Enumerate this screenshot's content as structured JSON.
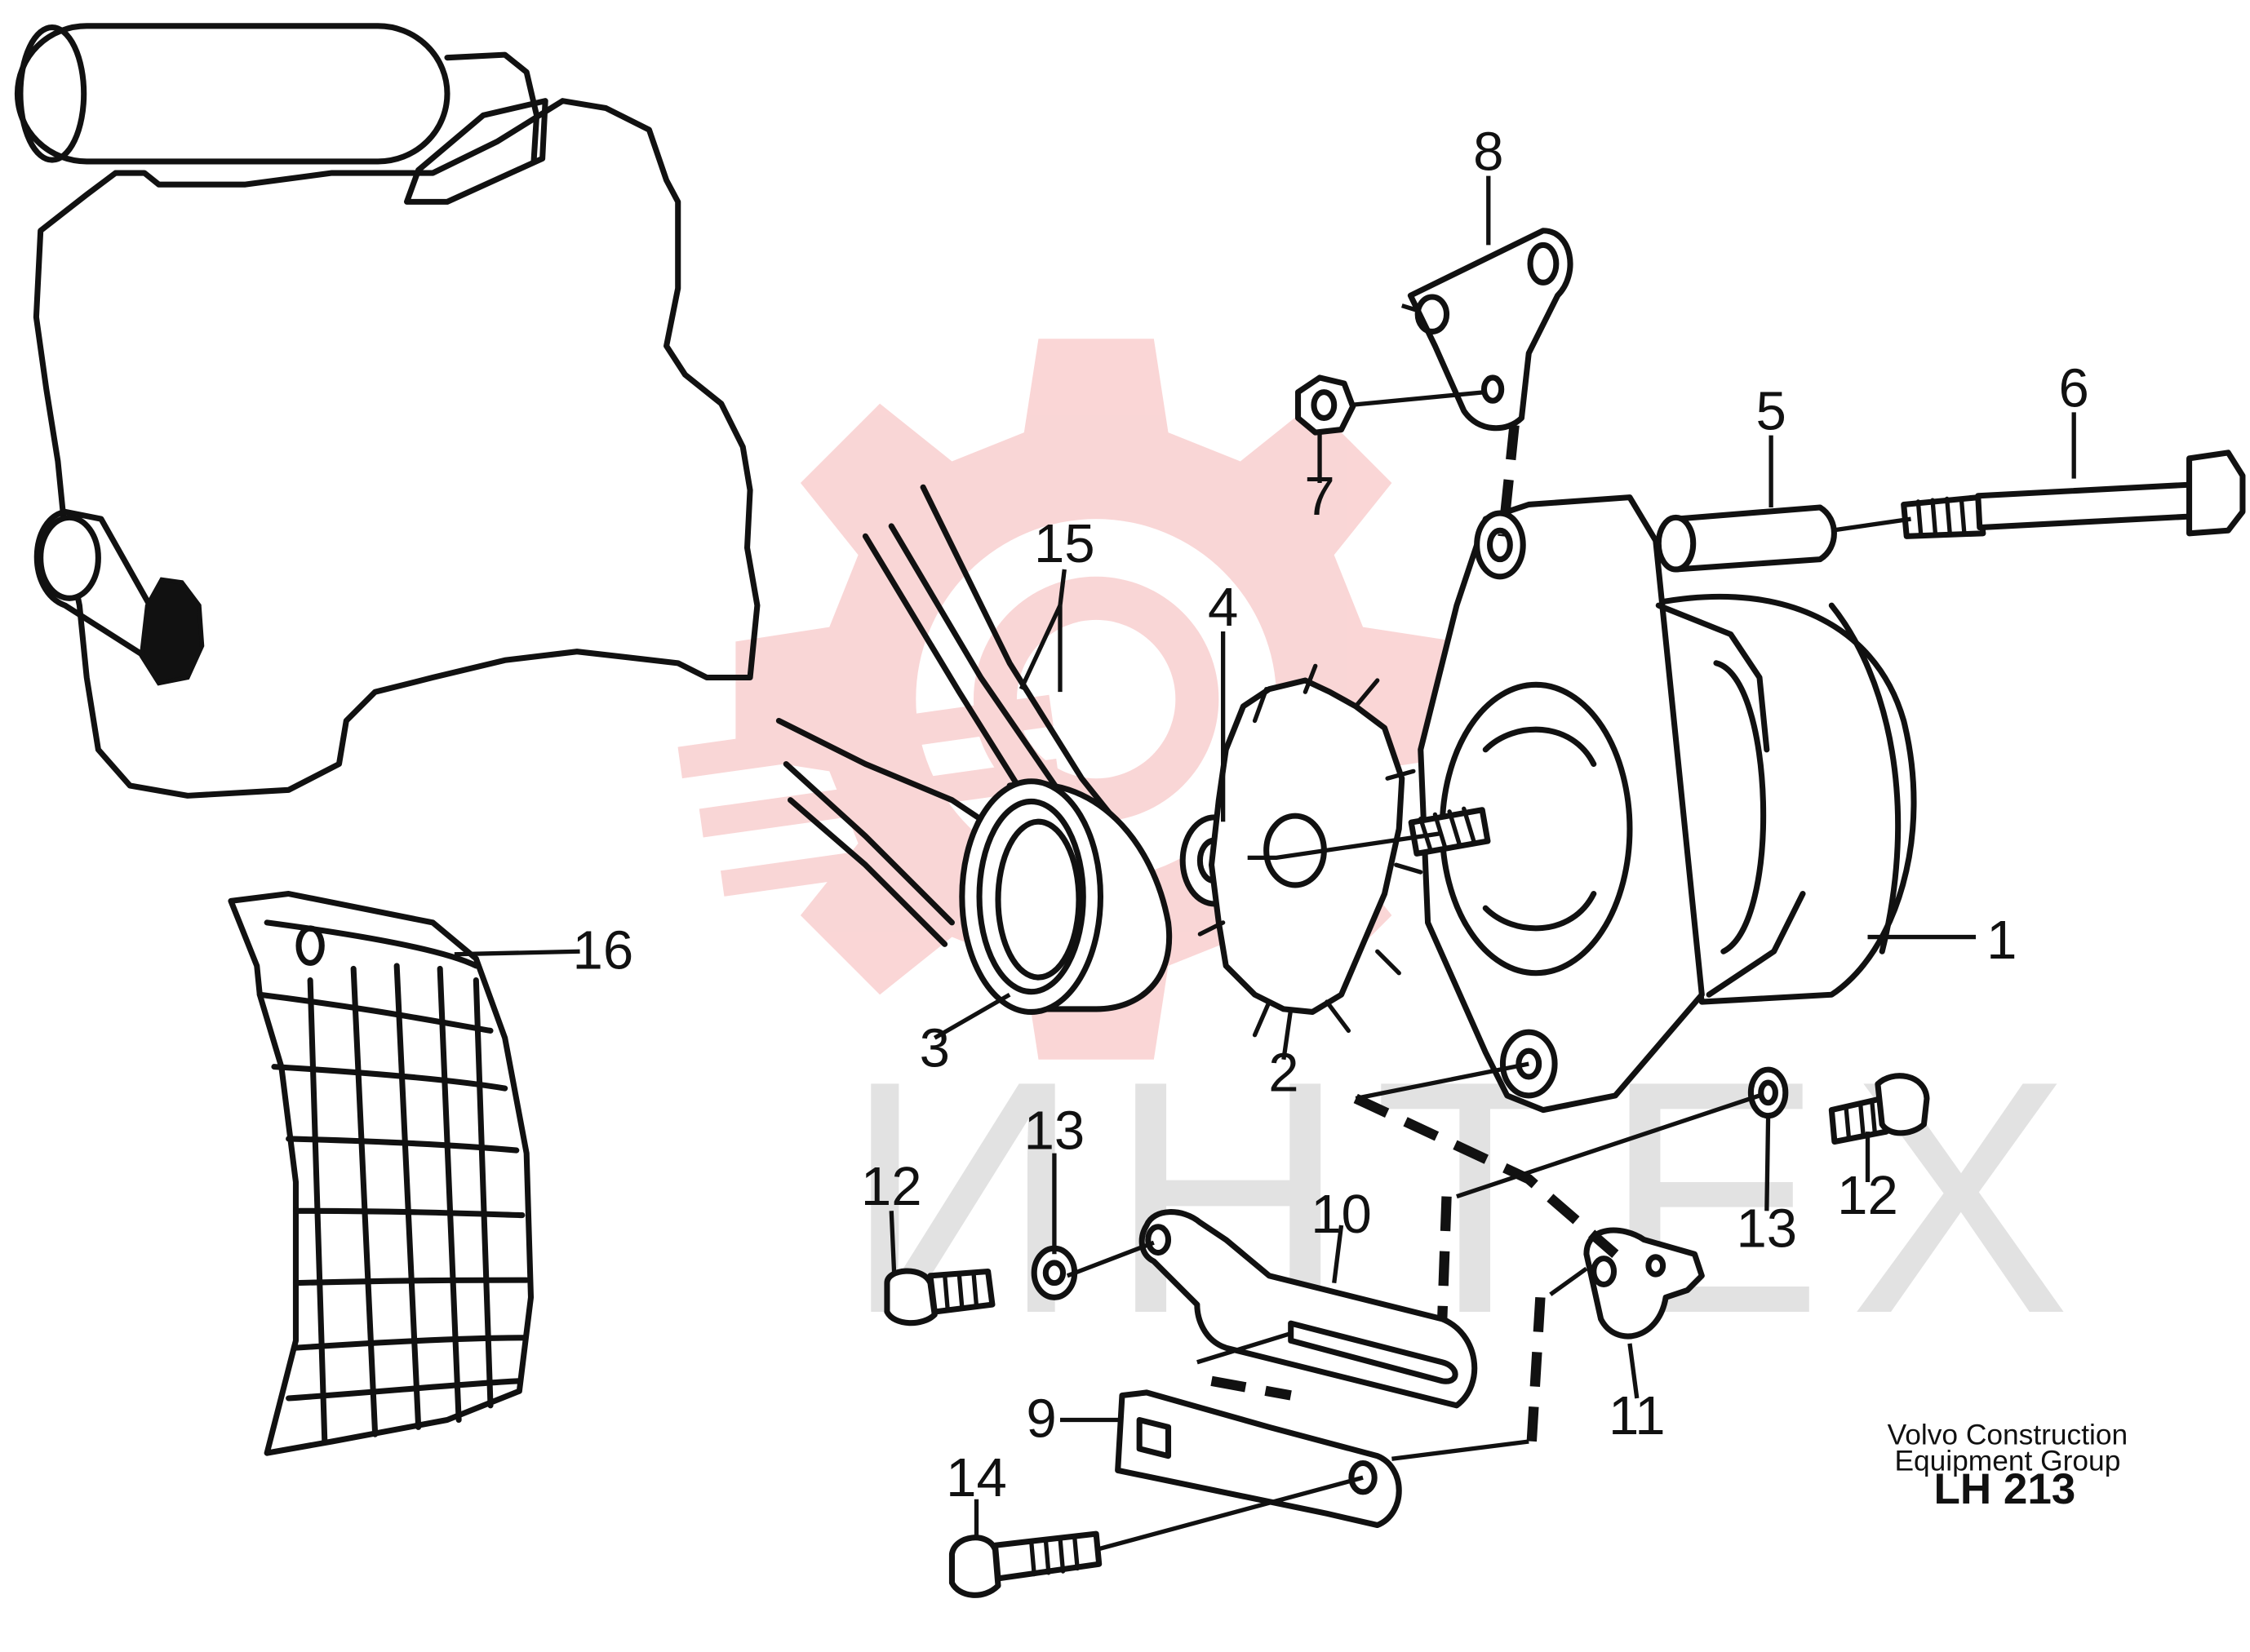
{
  "watermark": {
    "text": "ИНТЕХ",
    "color": "#f5b5b5"
  },
  "callouts": [
    "1",
    "2",
    "3",
    "4",
    "5",
    "6",
    "7",
    "8",
    "9",
    "10",
    "11",
    "12",
    "12",
    "13",
    "13",
    "14",
    "15",
    "16"
  ],
  "footer": {
    "line1": "Volvo Construction",
    "line2": "Equipment Group",
    "code": "LH 213"
  }
}
